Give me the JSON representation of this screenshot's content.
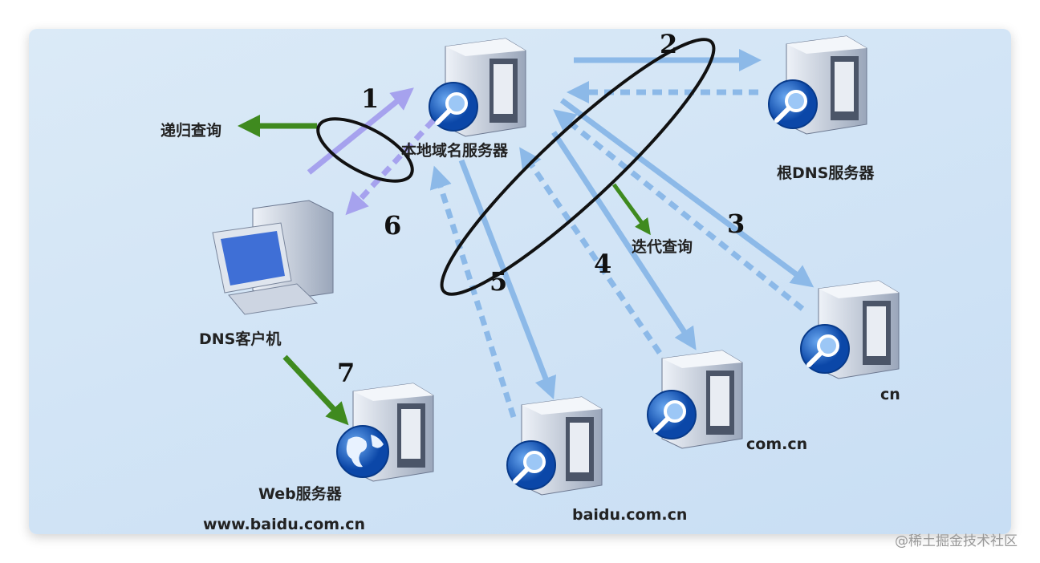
{
  "labels": {
    "recursive": "递归查询",
    "iterative": "迭代查询",
    "local_server": "本地域名服务器",
    "root_server": "根DNS服务器",
    "cn": "cn",
    "com_cn": "com.cn",
    "baidu": "baidu.com.cn",
    "web_server": "Web服务器",
    "web_domain": "www.baidu.com.cn",
    "client": "DNS客户机"
  },
  "steps": [
    "1",
    "2",
    "3",
    "4",
    "5",
    "6",
    "7"
  ],
  "watermark": "@稀土掘金技术社区",
  "colors": {
    "arrow_blue": "#8cb9e8",
    "arrow_purple": "#a6a2ee",
    "arrow_green": "#3f8a1f",
    "ellipse": "#111111"
  }
}
